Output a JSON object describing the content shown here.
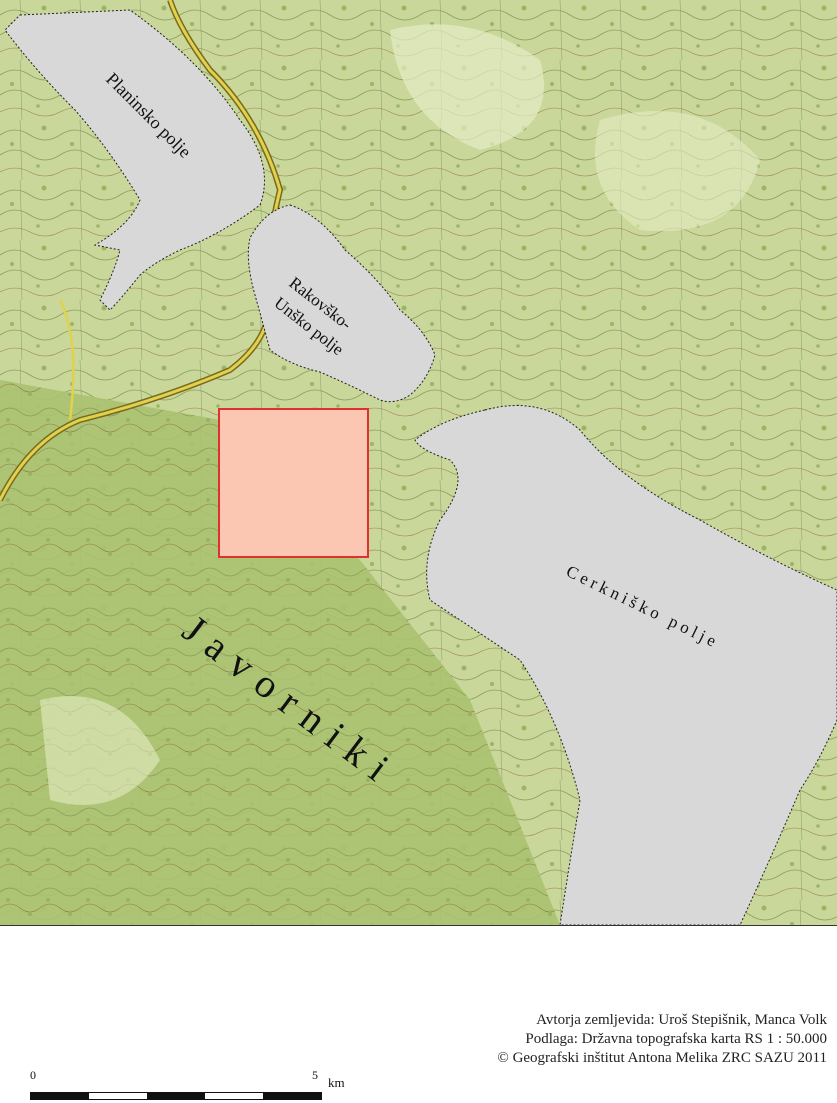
{
  "map": {
    "labels": {
      "planinsko": "Planinsko polje",
      "rakovsko_1": "Rakovško-",
      "rakovsko_2": "Unško polje",
      "cerknisko": "Cerkniško polje",
      "javorniki": "Javorniki"
    },
    "colors": {
      "land": "#c9d79a",
      "forest": "#a8c070",
      "polje": "#d8d8d8",
      "study_area_fill": "#fbc7b3",
      "study_area_stroke": "#e03030",
      "road": "#d9c84a"
    }
  },
  "credits": {
    "line1": "Avtorja zemljevida: Uroš Stepišnik, Manca Volk",
    "line2": "Podlaga: Državna topografska karta RS 1 : 50.000",
    "line3": "© Geografski inštitut Antona Melika ZRC SAZU 2011"
  },
  "scale": {
    "start": "0",
    "end": "5",
    "unit": "km"
  }
}
